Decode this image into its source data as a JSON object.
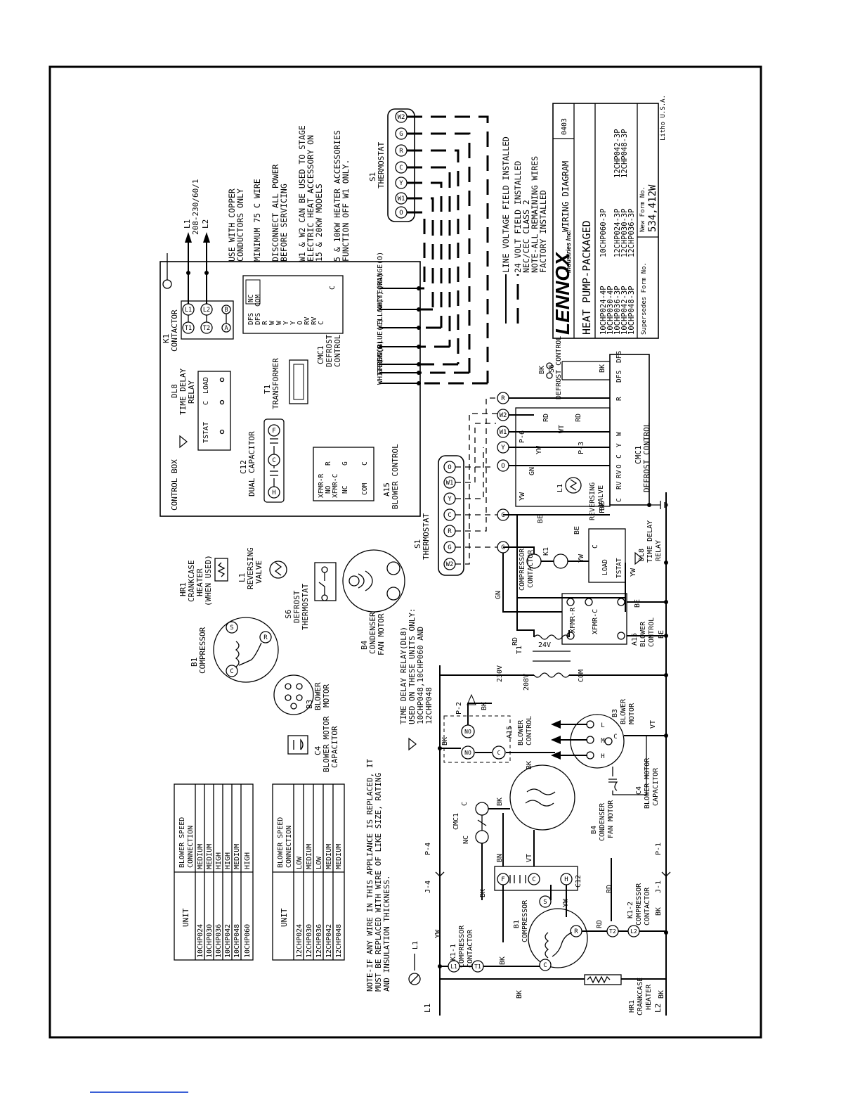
{
  "notes": {
    "n1": "USE WITH COPPER",
    "n1b": "CONDUCTORS ONLY",
    "n2": "MINIMUM 75 C WIRE",
    "n3": "DISCONNECT ALL POWER",
    "n3b": "BEFORE SERVICING",
    "n4": "W1 & W2 CAN BE USED TO STAGE",
    "n4b": "ELECTRIC HEAT ACCESSORY ON",
    "n4c": "15 & 20KW MODELS",
    "n5": "5 & 10KW HEATER ACCESSORIES",
    "n5b": "FUNCTION OFF W1 ONLY.",
    "legend_line": "LINE VOLTAGE FIELD INSTALLED",
    "legend_24v": "24 VOLT FIELD INSTALLED",
    "legend_class": "NEC/CEC CLASS 2",
    "legend_remaining": "NOTE-ALL REMAINING WIRES",
    "legend_factory": "FACTORY INSTALLED",
    "replace_note": "NOTE-IF ANY WIRE IN THIS APPLIANCE IS REPLACED, IT",
    "replace_note2": "MUST BE REPLACED WITH WIRE OF LIKE SIZE, RATING",
    "replace_note3": "AND INSULATION THICKNESS.",
    "tdr_note": "TIME DELAY RELAY(DL8)",
    "tdr_note2": "USED ON THESE UNITS ONLY:",
    "tdr_note3": "10CHP048,10CHP060 AND",
    "tdr_note4": "12CHP048",
    "power": "208-230/60/1",
    "l1": "L1",
    "l2": "L2"
  },
  "title_block": {
    "brand": "LENNOX",
    "brand_sub": "Industries Inc.",
    "diagram": "WIRING DIAGRAM",
    "code": "0403",
    "product": "HEAT PUMP-PACKAGED",
    "models_col1": [
      "10CHP024-4P",
      "10CHP030-4P",
      "10CHP036-3P",
      "10CHP042-3P",
      "10CHP048-3P"
    ],
    "models_col2": [
      "10CHP060-3P",
      "",
      "12CHP024-3P",
      "12CHP030-3P",
      "12CHP036-3P"
    ],
    "models_col3": [
      "",
      "",
      "12CHP042-3P",
      "12CHP048-3P",
      ""
    ],
    "supersedes": "Supersedes Form No.",
    "new_form": "New Form No.",
    "form_number": "534,412W",
    "litho": "Litho U.S.A."
  },
  "tables": {
    "header_unit": "UNIT",
    "header_speed": "BLOWER SPEED",
    "header_speed2": "CONNECTION",
    "table1": [
      [
        "10CHP024",
        "MEDIUM"
      ],
      [
        "10CHP030",
        "MEDIUM"
      ],
      [
        "10CHP036",
        "HIGH"
      ],
      [
        "10CHP042",
        "HIGH"
      ],
      [
        "10CHP048",
        "MEDIUM"
      ],
      [
        "10CHP060",
        "HIGH"
      ]
    ],
    "table2": [
      [
        "12CHP024",
        "LOW"
      ],
      [
        "12CHP030",
        "MEDIUM"
      ],
      [
        "12CHP036",
        "LOW"
      ],
      [
        "12CHP042",
        "MEDIUM"
      ],
      [
        "12CHP048",
        "MEDIUM"
      ]
    ]
  },
  "components": {
    "hr1": "HR1",
    "hr1_a": "CRANKCASE",
    "hr1_b": "HEATER",
    "hr1_c": "(WHEN USED)",
    "l1v": "L1",
    "l1v_a": "REVERSING",
    "l1v_b": "VALVE",
    "s6": "S6",
    "s6_a": "DEFROST",
    "s6_b": "THERMOSTAT",
    "b1": "B1",
    "b1_a": "COMPRESSOR",
    "b3": "B3",
    "b3_a": "BLOWER",
    "b3_b": "MOTOR",
    "b4": "B4",
    "b4_a": "CONDENSER",
    "b4_b": "FAN MOTOR",
    "c4": "C4",
    "c4_a": "BLOWER MOTOR",
    "c4_b": "CAPACITOR",
    "box": "CONTROL BOX",
    "c12": "C12",
    "c12_a": "DUAL CAPACITOR",
    "dl8": "DL8",
    "dl8_a": "TIME DELAY",
    "dl8_b": "RELAY",
    "t1": "T1",
    "t1_a": "TRANSFORMER",
    "k1": "K1",
    "k1_a": "CONTACTOR",
    "cmc1": "CMC1",
    "cmc1_a": "DEFROST",
    "cmc1_b": "CONTROL",
    "a15": "A15",
    "a15_a": "BLOWER CONTROL",
    "s1": "S1",
    "s1_a": "THERMOSTAT",
    "xfmr_r": "XFMR-R",
    "no": "NO",
    "xfmr_c": "XFMR-C",
    "nc": "NC",
    "com": "COM",
    "tstat": "TSTAT",
    "c": "C",
    "load": "LOAD",
    "dfs": "DFS",
    "r": "R",
    "w": "W",
    "y": "Y",
    "o": "O",
    "rv": "RV",
    "g": "G",
    "v24": "24V",
    "v230": "230V",
    "v208": "208V",
    "compcon": "COMPRESSOR",
    "contactor": "CONTACTOR",
    "defcontrol": "DEFROST CONTROL",
    "revvalve": "REVERSING",
    "valve": "VALVE",
    "blower": "BLOWER",
    "control": "CONTROL"
  },
  "wire_colors": {
    "orange": "ORANGE(O)",
    "white1": "WHITE(W1)",
    "yellow": "YELLOW(Y)",
    "blue": "BLUE(C)",
    "red": "RED(R)",
    "green": "GREEN(G)",
    "white2": "WHITE(W2)",
    "bk": "BK",
    "yw": "YW",
    "rd": "RD",
    "bn": "BN",
    "vt": "VT",
    "gn": "GN",
    "be": "BE",
    "wt": "WT"
  },
  "plugs": {
    "p1": "P-1",
    "j1": "J-1",
    "p2": "P-2",
    "p3": "P-3",
    "p4": "P-4",
    "j4": "J-4",
    "p5": "P-5",
    "p6": "P-6",
    "k11": "K1-1",
    "k12": "K1-2",
    "cc": "COMPRESSOR",
    "cc2": "CONTACTOR"
  },
  "terminals": {
    "D": "O",
    "W1": "W1",
    "Y": "Y",
    "C": "C",
    "R": "R",
    "G": "G",
    "W2": "W2",
    "L1": "L1",
    "L2": "L2",
    "T1": "T1",
    "T2": "T2",
    "A": "A",
    "B": "B",
    "H": "H",
    "F": "F",
    "S": "S",
    "NO": "NO",
    "M": "M",
    "L": "L"
  },
  "colors": {
    "ink": "#000000",
    "paper": "#ffffff",
    "link": "#3a5fd6"
  }
}
